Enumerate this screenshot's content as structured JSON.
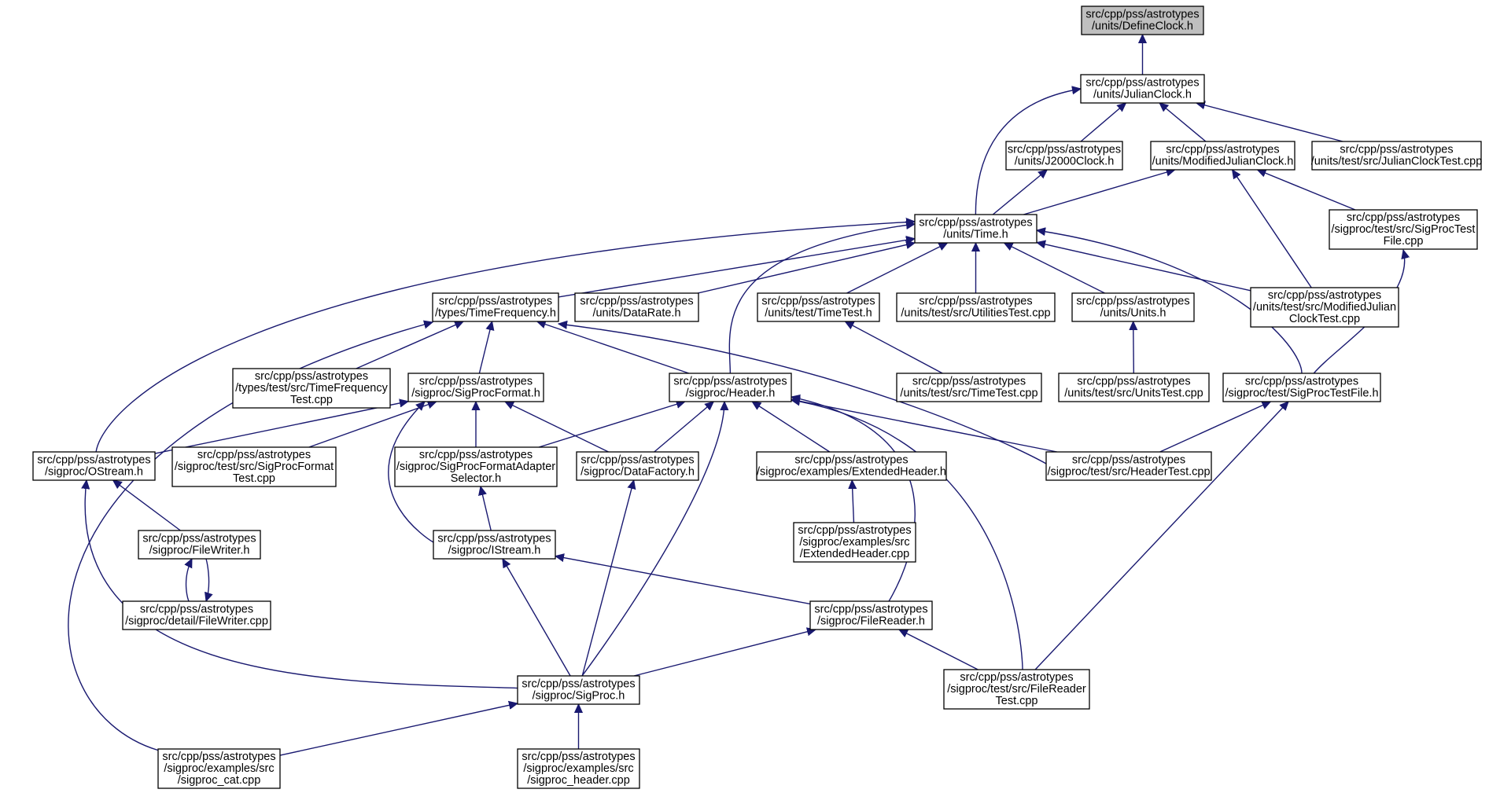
{
  "graph": {
    "colors": {
      "edge": "#191970",
      "root_fill": "#bfbfbf",
      "node_fill": "#ffffff",
      "border": "#000000"
    },
    "nodes": [
      {
        "id": "defineclock",
        "root": true,
        "lines": [
          "src/cpp/pss/astrotypes",
          "/units/DefineClock.h"
        ]
      },
      {
        "id": "julianclock",
        "lines": [
          "src/cpp/pss/astrotypes",
          "/units/JulianClock.h"
        ]
      },
      {
        "id": "j2000clock",
        "lines": [
          "src/cpp/pss/astrotypes",
          "/units/J2000Clock.h"
        ]
      },
      {
        "id": "modjulianclock",
        "lines": [
          "src/cpp/pss/astrotypes",
          "/units/ModifiedJulianClock.h"
        ]
      },
      {
        "id": "julianclocktest",
        "lines": [
          "src/cpp/pss/astrotypes",
          "/units/test/src/JulianClockTest.cpp"
        ]
      },
      {
        "id": "time",
        "lines": [
          "src/cpp/pss/astrotypes",
          "/units/Time.h"
        ]
      },
      {
        "id": "sigproctestfilecpp",
        "lines": [
          "src/cpp/pss/astrotypes",
          "/sigproc/test/src/SigProcTest",
          "File.cpp"
        ]
      },
      {
        "id": "timefrequency",
        "lines": [
          "src/cpp/pss/astrotypes",
          "/types/TimeFrequency.h"
        ]
      },
      {
        "id": "datarate",
        "lines": [
          "src/cpp/pss/astrotypes",
          "/units/DataRate.h"
        ]
      },
      {
        "id": "timetest",
        "lines": [
          "src/cpp/pss/astrotypes",
          "/units/test/TimeTest.h"
        ]
      },
      {
        "id": "utilitiestest",
        "lines": [
          "src/cpp/pss/astrotypes",
          "/units/test/src/UtilitiesTest.cpp"
        ]
      },
      {
        "id": "units",
        "lines": [
          "src/cpp/pss/astrotypes",
          "/units/Units.h"
        ]
      },
      {
        "id": "modjuliantest",
        "lines": [
          "src/cpp/pss/astrotypes",
          "/units/test/src/ModifiedJulian",
          "ClockTest.cpp"
        ]
      },
      {
        "id": "tftest",
        "lines": [
          "src/cpp/pss/astrotypes",
          "/types/test/src/TimeFrequency",
          "Test.cpp"
        ]
      },
      {
        "id": "sigprocformat",
        "lines": [
          "src/cpp/pss/astrotypes",
          "/sigproc/SigProcFormat.h"
        ]
      },
      {
        "id": "header",
        "lines": [
          "src/cpp/pss/astrotypes",
          "/sigproc/Header.h"
        ]
      },
      {
        "id": "timetestcpp",
        "lines": [
          "src/cpp/pss/astrotypes",
          "/units/test/src/TimeTest.cpp"
        ]
      },
      {
        "id": "unitstest",
        "lines": [
          "src/cpp/pss/astrotypes",
          "/units/test/src/UnitsTest.cpp"
        ]
      },
      {
        "id": "sigproctestfile",
        "lines": [
          "src/cpp/pss/astrotypes",
          "/sigproc/test/SigProcTestFile.h"
        ]
      },
      {
        "id": "ostream",
        "lines": [
          "src/cpp/pss/astrotypes",
          "/sigproc/OStream.h"
        ]
      },
      {
        "id": "sigprocformattest",
        "lines": [
          "src/cpp/pss/astrotypes",
          "/sigproc/test/src/SigProcFormat",
          "Test.cpp"
        ]
      },
      {
        "id": "adapterselector",
        "lines": [
          "src/cpp/pss/astrotypes",
          "/sigproc/SigProcFormatAdapter",
          "Selector.h"
        ]
      },
      {
        "id": "datafactory",
        "lines": [
          "src/cpp/pss/astrotypes",
          "/sigproc/DataFactory.h"
        ]
      },
      {
        "id": "extheader",
        "lines": [
          "src/cpp/pss/astrotypes",
          "/sigproc/examples/ExtendedHeader.h"
        ]
      },
      {
        "id": "headertest",
        "lines": [
          "src/cpp/pss/astrotypes",
          "/sigproc/test/src/HeaderTest.cpp"
        ]
      },
      {
        "id": "filewriter",
        "lines": [
          "src/cpp/pss/astrotypes",
          "/sigproc/FileWriter.h"
        ]
      },
      {
        "id": "istream",
        "lines": [
          "src/cpp/pss/astrotypes",
          "/sigproc/IStream.h"
        ]
      },
      {
        "id": "extheadercpp",
        "lines": [
          "src/cpp/pss/astrotypes",
          "/sigproc/examples/src",
          "/ExtendedHeader.cpp"
        ]
      },
      {
        "id": "filewritercpp",
        "lines": [
          "src/cpp/pss/astrotypes",
          "/sigproc/detail/FileWriter.cpp"
        ]
      },
      {
        "id": "filereader",
        "lines": [
          "src/cpp/pss/astrotypes",
          "/sigproc/FileReader.h"
        ]
      },
      {
        "id": "sigproc",
        "lines": [
          "src/cpp/pss/astrotypes",
          "/sigproc/SigProc.h"
        ]
      },
      {
        "id": "filereadertest",
        "lines": [
          "src/cpp/pss/astrotypes",
          "/sigproc/test/src/FileReader",
          "Test.cpp"
        ]
      },
      {
        "id": "sigproccat",
        "lines": [
          "src/cpp/pss/astrotypes",
          "/sigproc/examples/src",
          "/sigproc_cat.cpp"
        ]
      },
      {
        "id": "sigprocheader",
        "lines": [
          "src/cpp/pss/astrotypes",
          "/sigproc/examples/src",
          "/sigproc_header.cpp"
        ]
      }
    ]
  }
}
